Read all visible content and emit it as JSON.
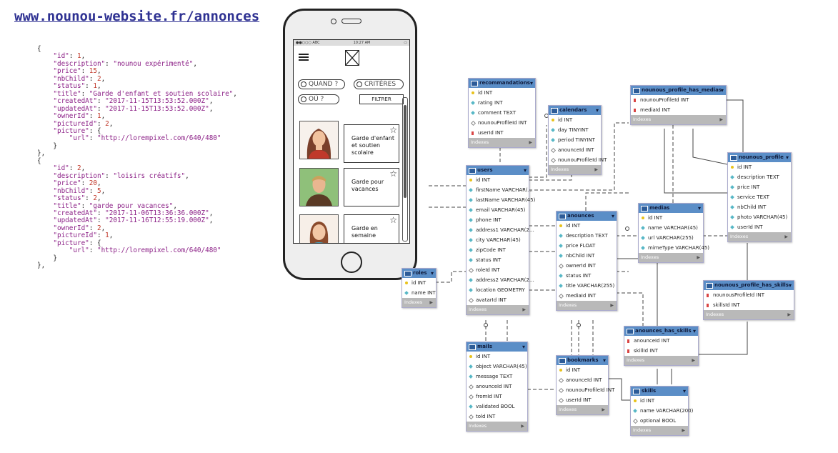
{
  "url": "www.nounou-website.fr/annonces",
  "json_listing": {
    "items": [
      {
        "id": "1",
        "description": "nounou expérimenté",
        "price": "15",
        "nbChild": "2",
        "status": "1",
        "title": "Garde d'enfant et soutien scolaire",
        "createdAt": "2017-11-15T13:53:52.000Z",
        "updatedAt": "2017-11-15T13:53:52.000Z",
        "ownerId": "1",
        "pictureId": "2",
        "url": "http://lorempixel.com/640/480"
      },
      {
        "id": "2",
        "description": "loisirs créatifs",
        "price": "20",
        "nbChild": "5",
        "status": "2",
        "title": "garde pour vacances",
        "createdAt": "2017-11-06T13:36:36.000Z",
        "updatedAt": "2017-11-16T12:55:19.000Z",
        "ownerId": "2",
        "pictureId": "1",
        "url": "http://lorempixel.com/640/480"
      }
    ]
  },
  "phone": {
    "status_left": "●●○○○ ABC",
    "status_center": "10:27 AM",
    "status_right": "▭",
    "search_when": "QUAND ?",
    "search_criteria": "CRITÈRES",
    "search_where": "OÙ ?",
    "filter_button": "FILTRER",
    "cards": [
      {
        "label": "Garde d'enfant et soutien scolaire",
        "avatar": "woman-brown-hair"
      },
      {
        "label": "Garde pour vacances",
        "avatar": "man-blond"
      },
      {
        "label": "Garde en semaine",
        "avatar": "woman-short-hair"
      }
    ]
  },
  "er_diagram": {
    "tables": [
      {
        "id": "recommandations",
        "name": "recommandations",
        "fields": [
          [
            "key",
            "id INT"
          ],
          [
            "col",
            "rating INT"
          ],
          [
            "col",
            "comment TEXT"
          ],
          [
            "nul",
            "nounouProfileId INT"
          ],
          [
            "fk",
            "userId INT"
          ]
        ],
        "indexes": "Indexes"
      },
      {
        "id": "calendars",
        "name": "calendars",
        "fields": [
          [
            "key",
            "id INT"
          ],
          [
            "col",
            "day TINYINT"
          ],
          [
            "col",
            "period TINYINT"
          ],
          [
            "nul",
            "anounceId INT"
          ],
          [
            "nul",
            "nounouProfileId INT"
          ]
        ],
        "indexes": "Indexes"
      },
      {
        "id": "nphm",
        "name": "nounous_profile_has_medias",
        "fields": [
          [
            "fk",
            "nounouProfileId INT"
          ],
          [
            "fk",
            "mediaId INT"
          ]
        ],
        "indexes": "Indexes"
      },
      {
        "id": "nounous_profile",
        "name": "nounous_profile",
        "fields": [
          [
            "key",
            "id INT"
          ],
          [
            "col",
            "description TEXT"
          ],
          [
            "col",
            "price INT"
          ],
          [
            "col",
            "service TEXT"
          ],
          [
            "col",
            "nbChild INT"
          ],
          [
            "col",
            "photo VARCHAR(45)"
          ],
          [
            "col",
            "userId INT"
          ]
        ],
        "indexes": "Indexes"
      },
      {
        "id": "users",
        "name": "users",
        "fields": [
          [
            "key",
            "id INT"
          ],
          [
            "col",
            "firstName VARCHAR(…"
          ],
          [
            "col",
            "lastName VARCHAR(45)"
          ],
          [
            "col",
            "email VARCHAR(45)"
          ],
          [
            "col",
            "phone INT"
          ],
          [
            "col",
            "address1 VARCHAR(2…"
          ],
          [
            "col",
            "city VARCHAR(45)"
          ],
          [
            "col",
            "zipCode INT"
          ],
          [
            "col",
            "status INT"
          ],
          [
            "nul",
            "roleId INT"
          ],
          [
            "col",
            "address2 VARCHAR(2…"
          ],
          [
            "col",
            "location GEOMETRY"
          ],
          [
            "nul",
            "avatarId INT"
          ]
        ],
        "indexes": "Indexes"
      },
      {
        "id": "anounces",
        "name": "anounces",
        "fields": [
          [
            "key",
            "id INT"
          ],
          [
            "col",
            "description TEXT"
          ],
          [
            "col",
            "price FLOAT"
          ],
          [
            "col",
            "nbChild INT"
          ],
          [
            "nul",
            "ownerId INT"
          ],
          [
            "col",
            "status INT"
          ],
          [
            "col",
            "title VARCHAR(255)"
          ],
          [
            "nul",
            "mediaId INT"
          ]
        ],
        "indexes": "Indexes"
      },
      {
        "id": "medias",
        "name": "medias",
        "fields": [
          [
            "key",
            "id INT"
          ],
          [
            "col",
            "name VARCHAR(45)"
          ],
          [
            "col",
            "url VARCHAR(255)"
          ],
          [
            "col",
            "mimeType VARCHAR(45)"
          ]
        ],
        "indexes": "Indexes"
      },
      {
        "id": "roles",
        "name": "roles",
        "fields": [
          [
            "key",
            "id INT"
          ],
          [
            "col",
            "name INT"
          ]
        ],
        "indexes": "Indexes"
      },
      {
        "id": "nphs",
        "name": "nounous_profile_has_skills",
        "fields": [
          [
            "fk",
            "nounousProfileId INT"
          ],
          [
            "fk",
            "skillsId INT"
          ]
        ],
        "indexes": "Indexes"
      },
      {
        "id": "ahs",
        "name": "anounces_has_skills",
        "fields": [
          [
            "fk",
            "anounceId INT"
          ],
          [
            "fk",
            "skillId INT"
          ]
        ],
        "indexes": "Indexes"
      },
      {
        "id": "mails",
        "name": "mails",
        "fields": [
          [
            "key",
            "id INT"
          ],
          [
            "col",
            "object VARCHAR(45)"
          ],
          [
            "col",
            "message TEXT"
          ],
          [
            "nul",
            "anounceId INT"
          ],
          [
            "nul",
            "fromId INT"
          ],
          [
            "col",
            "validated BOOL"
          ],
          [
            "nul",
            "told INT"
          ]
        ],
        "indexes": "Indexes"
      },
      {
        "id": "bookmarks",
        "name": "bookmarks",
        "fields": [
          [
            "key",
            "id INT"
          ],
          [
            "nul",
            "anounceId INT"
          ],
          [
            "nul",
            "nounouProfileId INT"
          ],
          [
            "nul",
            "userId INT"
          ]
        ],
        "indexes": "Indexes"
      },
      {
        "id": "skills",
        "name": "skills",
        "fields": [
          [
            "key",
            "id INT"
          ],
          [
            "col",
            "name VARCHAR(200)"
          ],
          [
            "nul",
            "optional BOOL"
          ]
        ],
        "indexes": "Indexes"
      }
    ]
  }
}
